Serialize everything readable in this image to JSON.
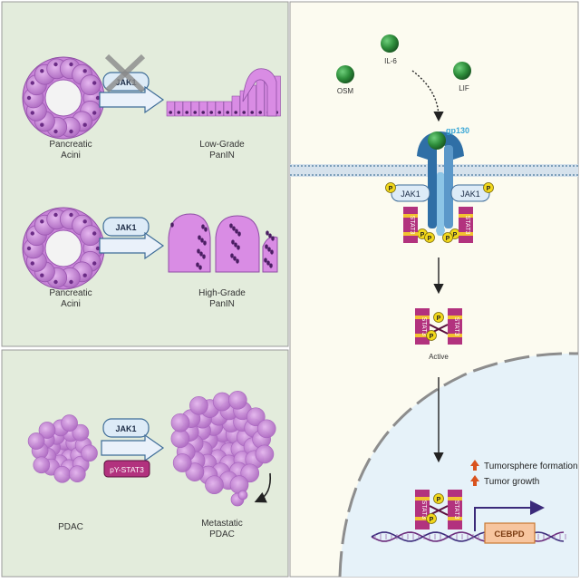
{
  "left_panel": {
    "row1": {
      "from_label": "Pancreatic\nAcini",
      "to_label": "Low-Grade\nPanIN",
      "kinase": "JAK1",
      "blocked": true
    },
    "row2": {
      "from_label": "Pancreatic\nAcini",
      "to_label": "High-Grade\nPanIN",
      "kinase": "JAK1",
      "blocked": false
    },
    "row3": {
      "from_label": "PDAC",
      "to_label": "Metastatic\nPDAC",
      "kinase": "JAK1",
      "signal": "pY-STAT3"
    }
  },
  "right_panel": {
    "ligands": [
      "IL-6",
      "OSM",
      "LIF"
    ],
    "receptor": "gp130",
    "kinase_left": "JAK1",
    "kinase_right": "JAK1",
    "stat": "STAT3",
    "phospho": "P",
    "active_label": "Active",
    "effects": [
      "Tumorsphere formation",
      "Tumor growth"
    ],
    "gene": "CEBPD"
  },
  "colors": {
    "left_bg": "#e3ecdc",
    "right_bg": "#fcfbf0",
    "nucleus": "#e6f2f9",
    "acini": "#c884d8",
    "stat3": "#b2327e",
    "stat3_band": "#f2c230",
    "phospho": "#f2d81c",
    "gene_box": "#f7c59f",
    "receptor": "#2f6fa6"
  }
}
